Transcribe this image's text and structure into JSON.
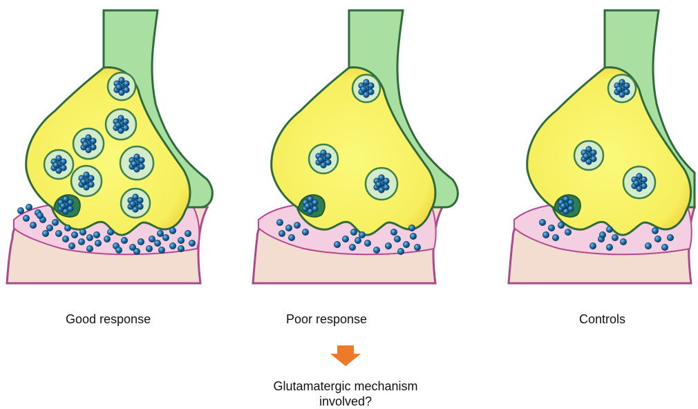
{
  "panels": [
    {
      "caption": "Good response"
    },
    {
      "caption": "Poor response"
    },
    {
      "caption": "Controls"
    }
  ],
  "conclusion": {
    "line1": "Glutamatergic mechanism",
    "line2": "involved?"
  },
  "colors": {
    "axon": "#a9dfa0",
    "axon_stroke": "#2f6b3a",
    "terminal": "#f7f26a",
    "terminal_inner_glow": "#f2d23a",
    "vesicle": "#d3ecc9",
    "vesicle_stroke": "#3f7f48",
    "docked_vesicle": "#2f7f4e",
    "molecule": "#1e6fa8",
    "cleft": "#f4cfe2",
    "cleft_stroke": "#b5478f",
    "postsynaptic": "#f3ddd0",
    "postsynaptic_stroke": "#a84a8c",
    "arrow": "#ec7a2a"
  }
}
